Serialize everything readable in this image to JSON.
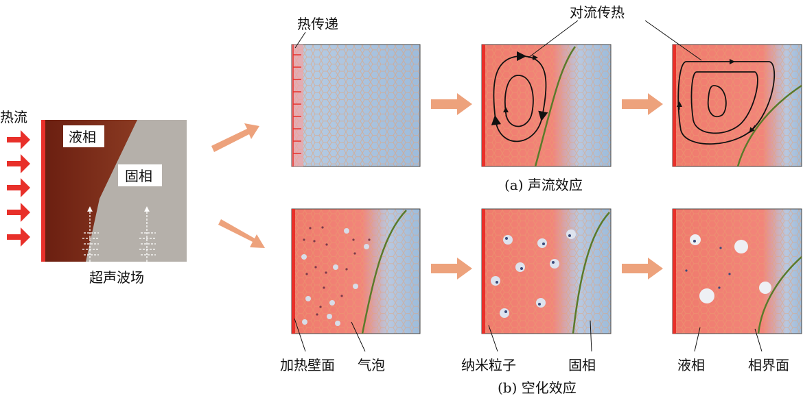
{
  "left": {
    "heat_flow": "热流",
    "liquid": "液相",
    "solid": "固相",
    "ultrasound": "超声波场"
  },
  "top": {
    "heat_transfer": "热传递",
    "convection": "对流传热",
    "caption": "(a) 声流效应"
  },
  "bottom": {
    "heated_wall": "加热壁面",
    "bubble": "气泡",
    "nanoparticle": "纳米粒子",
    "solid": "固相",
    "liquid": "液相",
    "interface": "相界面",
    "caption": "(b) 空化效应"
  },
  "colors": {
    "liquid": "#f08070",
    "solid": "#a8c4e0",
    "wall": "#e8302a",
    "arrow": "#eda27c",
    "interface": "#5a7a2a"
  }
}
